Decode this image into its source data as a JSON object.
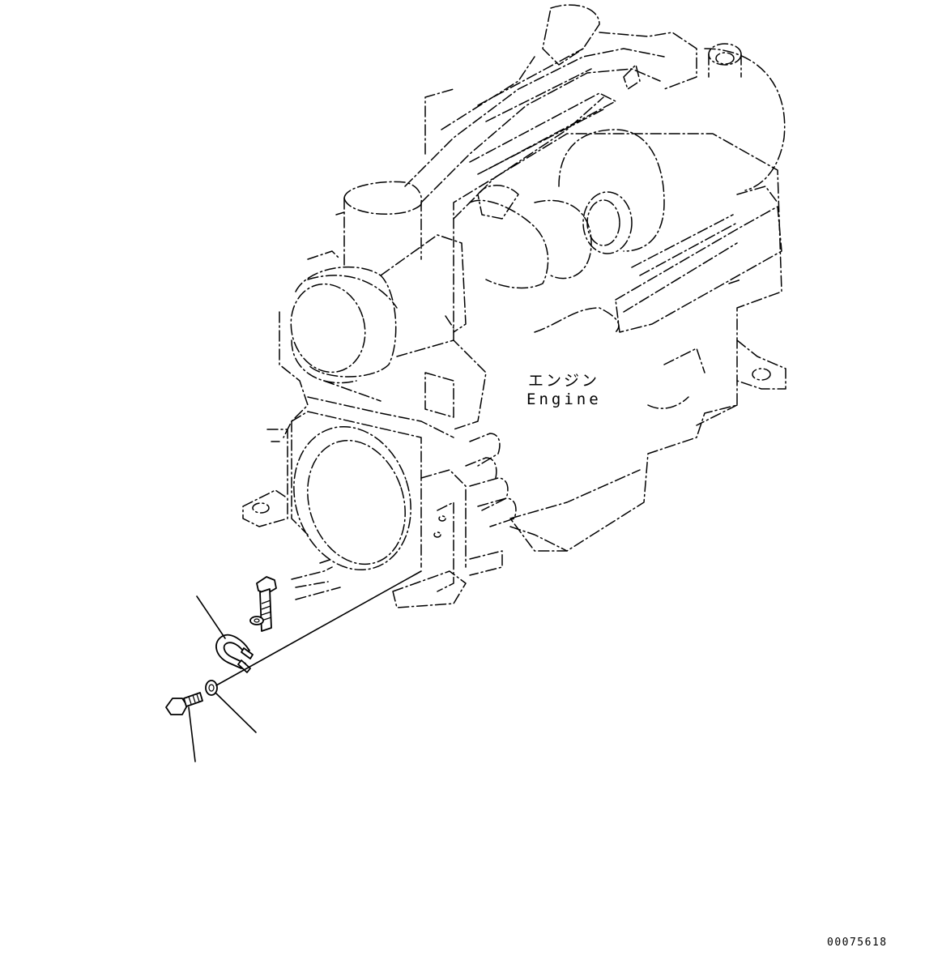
{
  "labels": {
    "engine_jp": "エンジン",
    "engine_en": "Engine"
  },
  "drawing_number": "00075618"
}
